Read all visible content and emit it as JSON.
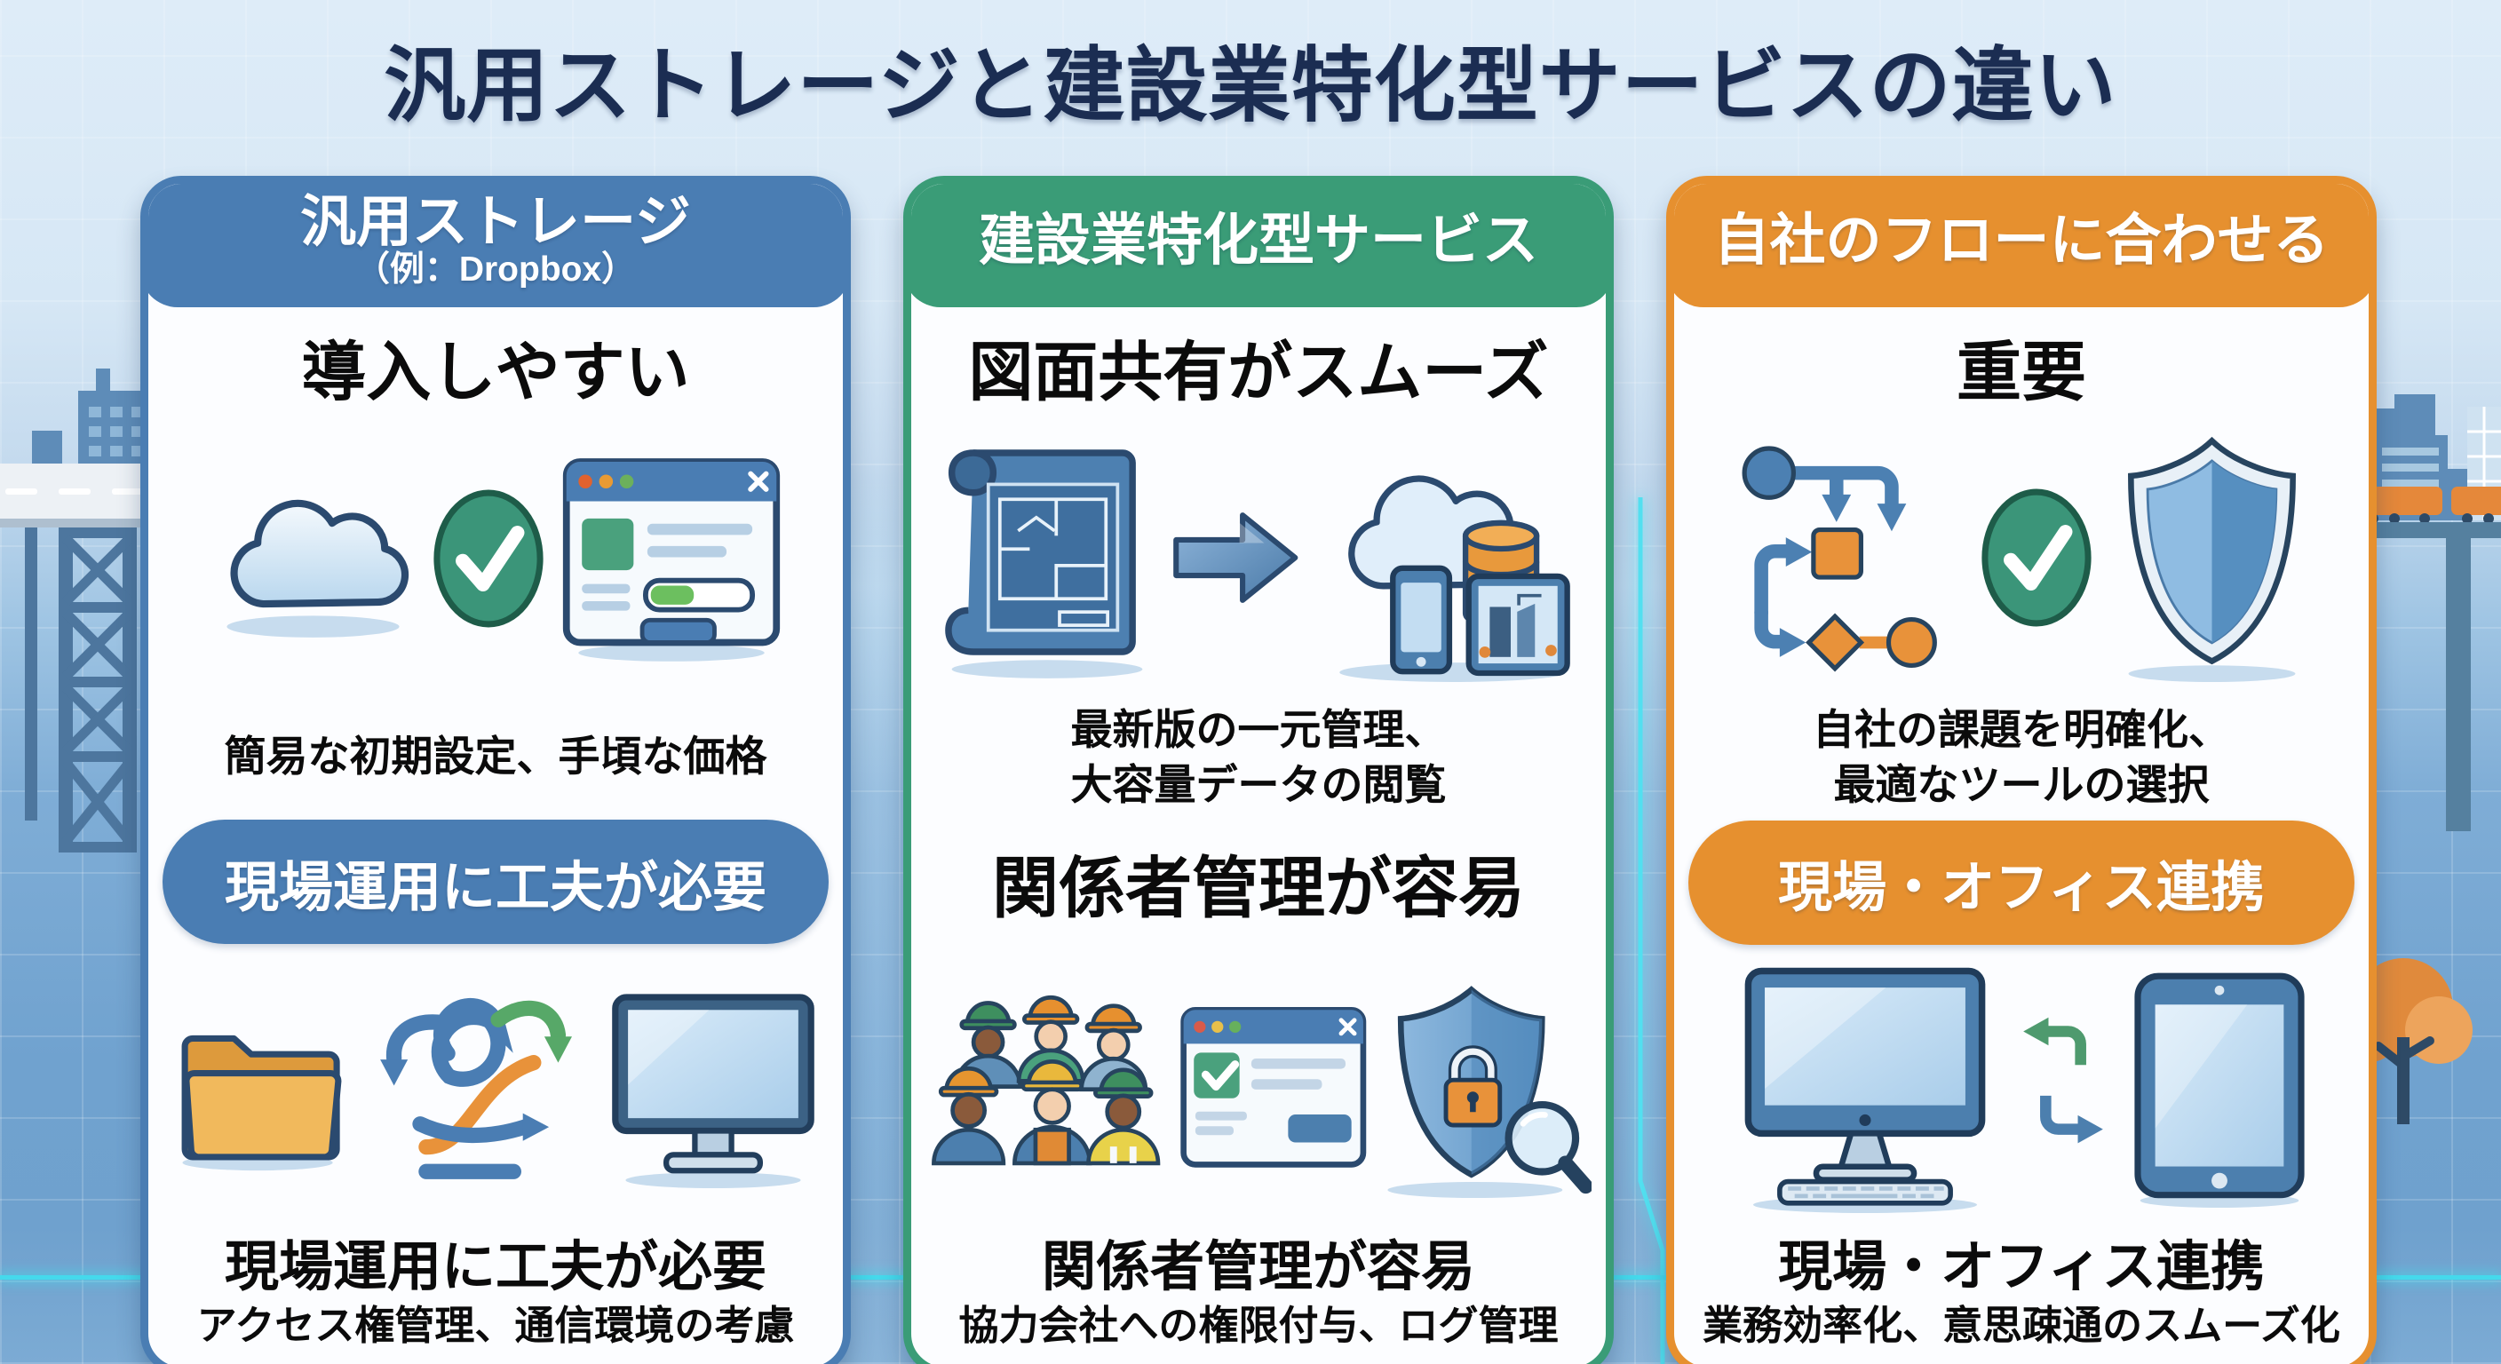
{
  "title": "汎用ストレージと建設業特化型サービスの違い",
  "colors": {
    "title_text": "#1b2d52",
    "blue_accent": "#4a7db3",
    "green_accent": "#3a9c77",
    "orange_accent": "#e6902f",
    "card_background": "#fcfdff",
    "background_top": "#deecf8",
    "background_bottom": "#7cabd4",
    "teal_glow": "#45d9ec",
    "body_text": "#0b0b0b"
  },
  "columns": [
    {
      "id": "general-storage",
      "header": {
        "line1": "汎用ストレージ",
        "line2": "（例：Dropbox）"
      },
      "section1": {
        "heading": "導入しやすい",
        "icons": [
          "cloud-icon",
          "check-circle-icon",
          "app-window-icon"
        ],
        "caption_line1": "簡易な初期設定、手頃な価格",
        "caption_line2": ""
      },
      "section2": {
        "pill": "現場運用に工夫が必要",
        "icons": [
          "folder-icon",
          "tangled-arrows-icon",
          "monitor-icon"
        ],
        "footer_title": "現場運用に工夫が必要",
        "footer_caption": "アクセス権管理、通信環境の考慮"
      }
    },
    {
      "id": "construction-specialized-service",
      "header": {
        "line1": "建設業特化型サービス",
        "line2": ""
      },
      "section1": {
        "heading": "図面共有がスムーズ",
        "icons": [
          "blueprint-icon",
          "arrow-right-icon",
          "cloud-database-devices-icon"
        ],
        "caption_line1": "最新版の一元管理、",
        "caption_line2": "大容量データの閲覧"
      },
      "section2": {
        "heading": "関係者管理が容易",
        "icons": [
          "construction-workers-icon",
          "checklist-window-icon",
          "shield-lock-magnifier-icon"
        ],
        "footer_title": "関係者管理が容易",
        "footer_caption": "協力会社への権限付与、ログ管理"
      }
    },
    {
      "id": "match-own-flow",
      "header": {
        "line1": "自社のフローに合わせる",
        "line2": ""
      },
      "section1": {
        "heading": "重要",
        "icons": [
          "flowchart-icon",
          "check-circle-icon",
          "shield-icon"
        ],
        "caption_line1": "自社の課題を明確化、",
        "caption_line2": "最適なツールの選択"
      },
      "section2": {
        "pill": "現場・オフィス連携",
        "icons": [
          "desktop-computer-icon",
          "sync-arrows-icon",
          "tablet-icon"
        ],
        "footer_title": "現場・オフィス連携",
        "footer_caption": "業務効率化、意思疎通のスムーズ化"
      }
    }
  ]
}
